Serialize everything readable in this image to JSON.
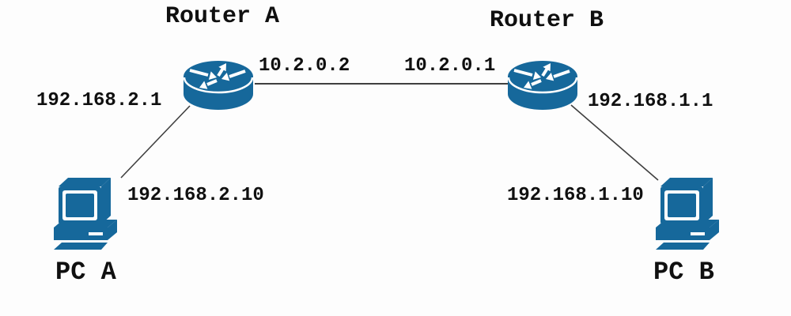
{
  "diagram": {
    "type": "network-topology",
    "background": "#fdfdfd",
    "colors": {
      "device_blue": "#16689B",
      "link_gray": "#3f3f3f",
      "label_black": "#101010"
    },
    "nodes": {
      "router_a": {
        "label": "Router A",
        "kind": "router",
        "icon": "router-icon",
        "wan_ip": "10.2.0.2",
        "lan_ip": "192.168.2.1"
      },
      "router_b": {
        "label": "Router B",
        "kind": "router",
        "icon": "router-icon",
        "wan_ip": "10.2.0.1",
        "lan_ip": "192.168.1.1"
      },
      "pc_a": {
        "label": "PC A",
        "kind": "pc",
        "icon": "pc-icon",
        "ip": "192.168.2.10"
      },
      "pc_b": {
        "label": "PC B",
        "kind": "pc",
        "icon": "pc-icon",
        "ip": "192.168.1.10"
      }
    },
    "links": [
      {
        "from": "router_a",
        "to": "router_b",
        "from_ip": "10.2.0.2",
        "to_ip": "10.2.0.1"
      },
      {
        "from": "router_a",
        "to": "pc_a",
        "from_ip": "192.168.2.1",
        "to_ip": "192.168.2.10"
      },
      {
        "from": "router_b",
        "to": "pc_b",
        "from_ip": "192.168.1.1",
        "to_ip": "192.168.1.10"
      }
    ]
  }
}
